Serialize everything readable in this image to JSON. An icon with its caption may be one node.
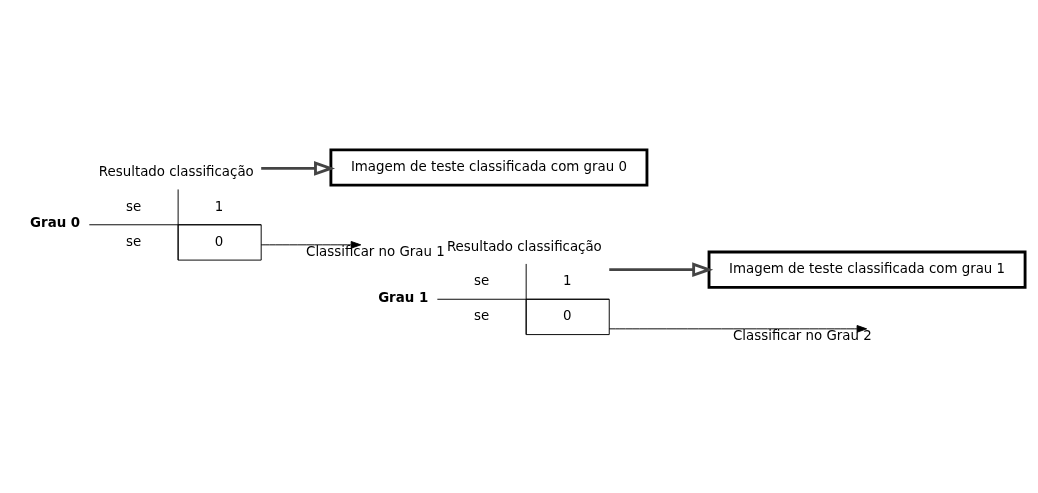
{
  "diagram": {
    "nodes": [
      {
        "text": [
          "Resultado classificação",
          "se",
          "1",
          "se",
          "0"
        ],
        "beside": [
          "Grau 0"
        ]
      },
      {
        "text": [
          "Imagem de teste classificada com grau 0"
        ]
      },
      {
        "text": [
          "Resultado classificação",
          "se",
          "1",
          "se",
          "0"
        ],
        "beside": [
          "Grau 1"
        ]
      },
      {
        "text": [
          "Imagem de teste classificada com grau 1"
        ]
      }
    ],
    "edges": [
      {
        "from": 0,
        "to": 1,
        "arrow": "to",
        "style": "thick"
      },
      {
        "from": 0,
        "to": 2,
        "arrow": "to",
        "label": "Classificar no Grau 1"
      },
      {
        "from": 2,
        "to": 3,
        "arrow": "to",
        "style": "thick"
      },
      {
        "from": 2,
        "to": null,
        "arrow": "to",
        "label": "Classificar no Grau 2"
      }
    ]
  }
}
